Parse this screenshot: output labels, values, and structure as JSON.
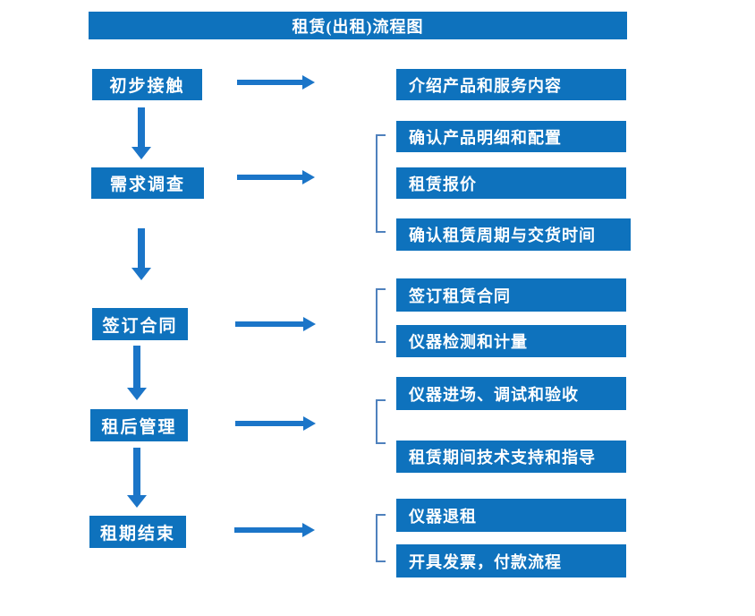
{
  "title": "租赁(出租)流程图",
  "colors": {
    "box_blue": "#0E72BD",
    "arrow_blue": "#1B75C8",
    "bracket_blue": "#4F81BD"
  },
  "steps": [
    {
      "label": "初步接触",
      "details": [
        "介绍产品和服务内容"
      ]
    },
    {
      "label": "需求调查",
      "details": [
        "确认产品明细和配置",
        "租赁报价",
        "确认租赁周期与交货时间"
      ]
    },
    {
      "label": "签订合同",
      "details": [
        "签订租赁合同",
        "仪器检测和计量"
      ]
    },
    {
      "label": "租后管理",
      "details": [
        "仪器进场、调试和验收",
        "租赁期间技术支持和指导"
      ]
    },
    {
      "label": "租期结束",
      "details": [
        "仪器退租",
        "开具发票，付款流程"
      ]
    }
  ]
}
